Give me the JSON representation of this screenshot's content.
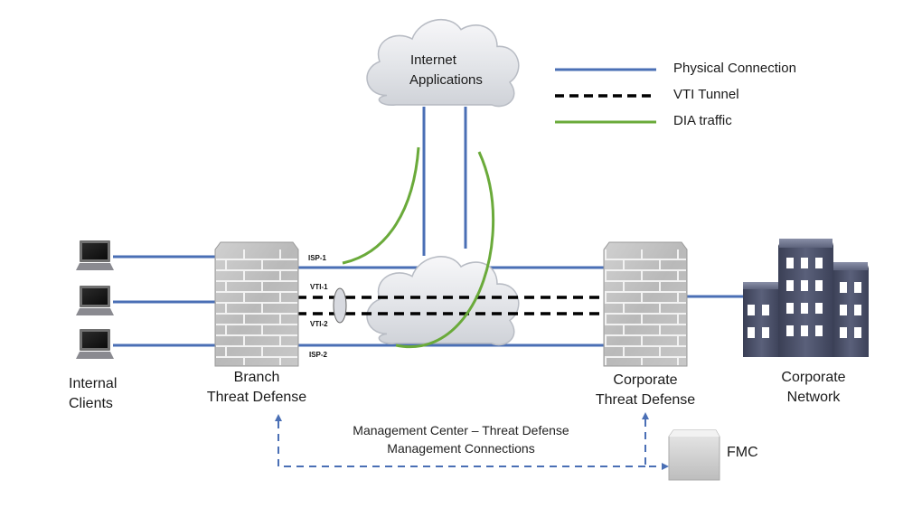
{
  "colors": {
    "physical": "#4a6fb5",
    "tunnel": "#000000",
    "dia": "#6aaa3a",
    "management": "#4a6fb5",
    "cloud_fill": "#e4e6ea",
    "firewall": "#bdbdbd",
    "building": "#4a5068"
  },
  "legend": {
    "items": [
      {
        "label": "Physical Connection",
        "style": "solid-blue"
      },
      {
        "label": "VTI Tunnel",
        "style": "dashed-black"
      },
      {
        "label": "DIA traffic",
        "style": "solid-green"
      }
    ]
  },
  "nodes": {
    "internet_cloud": {
      "line1": "Internet",
      "line2": "Applications"
    },
    "internal_clients": {
      "line1": "Internal",
      "line2": "Clients",
      "count": 3
    },
    "branch_fw": {
      "line1": "Branch",
      "line2": "Threat Defense"
    },
    "corporate_fw": {
      "line1": "Corporate",
      "line2": "Threat Defense"
    },
    "corporate_network": {
      "line1": "Corporate",
      "line2": "Network"
    },
    "fmc": {
      "label": "FMC"
    }
  },
  "links": {
    "isp1": "ISP-1",
    "isp2": "ISP-2",
    "vti1": "VTI-1",
    "vti2": "VTI-2"
  },
  "management": {
    "line1": "Management Center – Threat Defense",
    "line2": "Management Connections"
  }
}
